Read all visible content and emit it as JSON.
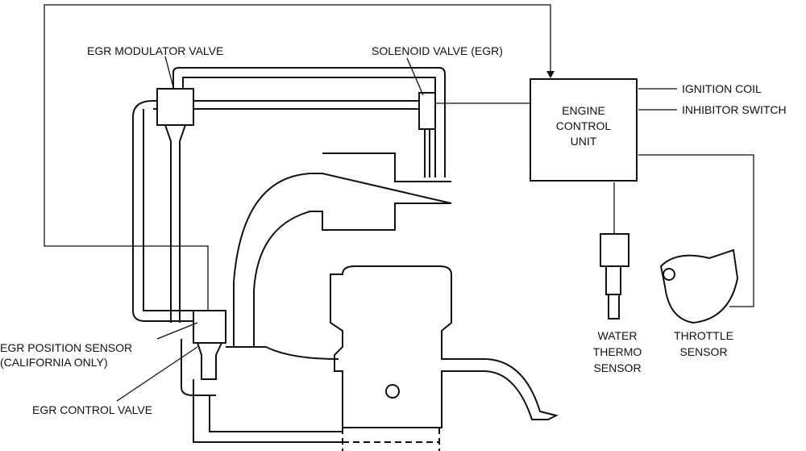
{
  "labels": {
    "egr_modulator_valve": "EGR MODULATOR VALVE",
    "solenoid_valve": "SOLENOID VALVE (EGR)",
    "ecu_line1": "ENGINE",
    "ecu_line2": "CONTROL",
    "ecu_line3": "UNIT",
    "ignition_coil": "IGNITION COIL",
    "inhibitor_switch": "INHIBITOR SWITCH",
    "egr_position_sensor_line1": "EGR POSITION SENSOR",
    "egr_position_sensor_line2": "(CALIFORNIA ONLY)",
    "egr_control_valve": "EGR CONTROL VALVE",
    "water_thermo_line1": "WATER",
    "water_thermo_line2": "THERMO",
    "water_thermo_line3": "SENSOR",
    "throttle_line1": "THROTTLE",
    "throttle_line2": "SENSOR"
  }
}
